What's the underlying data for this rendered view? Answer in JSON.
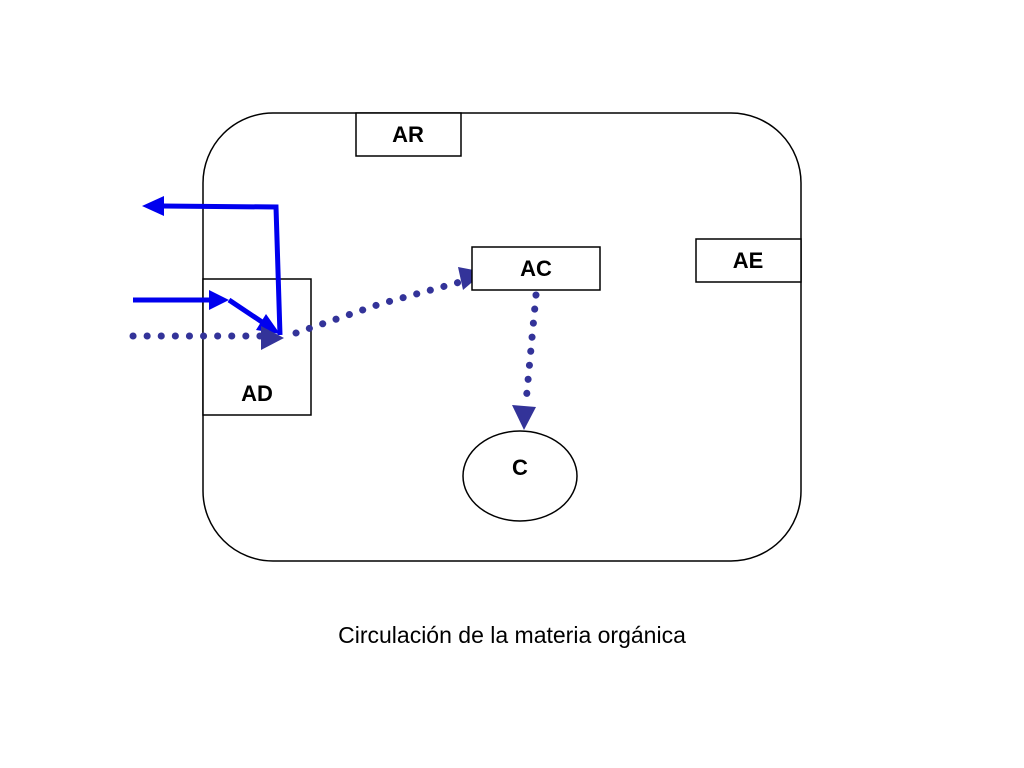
{
  "diagram": {
    "nodes": {
      "ar": "AR",
      "ac": "AC",
      "ae": "AE",
      "ad": "AD",
      "c": "C"
    },
    "caption": "Circulación de la materia orgánica"
  },
  "colors": {
    "solid_arrow": "#0000ee",
    "dotted_arrow": "#333399",
    "outline": "#000000",
    "background": "#ffffff"
  }
}
